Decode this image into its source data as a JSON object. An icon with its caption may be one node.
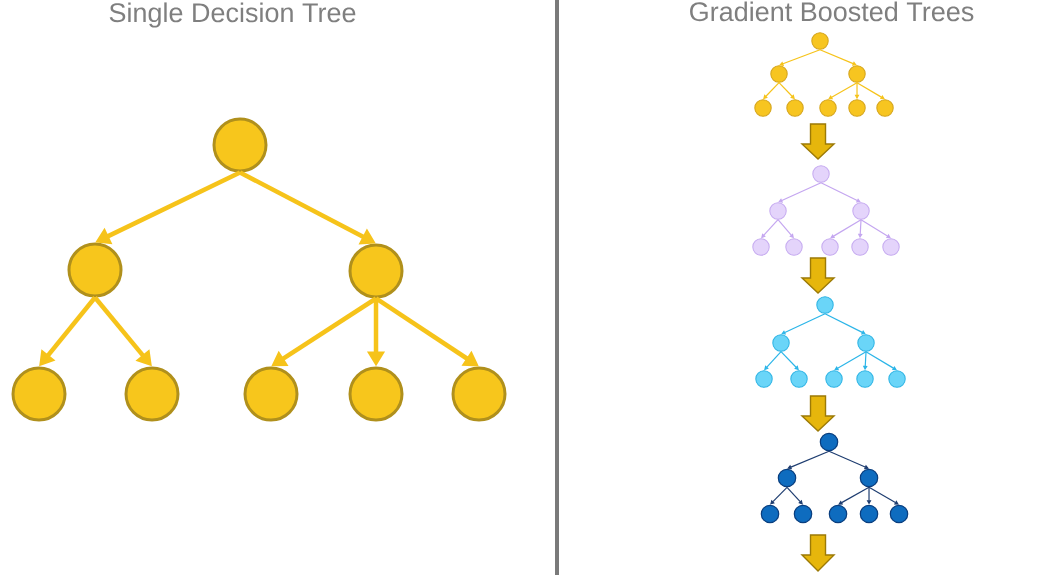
{
  "diagram": {
    "nodes": [
      {
        "text": [],
        "shape": "circle"
      },
      {
        "text": [],
        "shape": "circle"
      },
      {
        "text": [],
        "shape": "circle"
      },
      {
        "text": [],
        "shape": "circle"
      },
      {
        "text": [],
        "shape": "circle"
      },
      {
        "text": [],
        "shape": "circle"
      },
      {
        "text": [],
        "shape": "circle"
      },
      {
        "text": [],
        "shape": "circle"
      },
      {
        "text": [],
        "shape": "circle"
      },
      {
        "text": [],
        "shape": "circle"
      },
      {
        "text": [],
        "shape": "circle"
      },
      {
        "text": [],
        "shape": "circle"
      },
      {
        "text": [],
        "shape": "circle"
      },
      {
        "text": [],
        "shape": "circle"
      },
      {
        "text": [],
        "shape": "circle"
      },
      {
        "text": [],
        "shape": "circle"
      },
      {
        "text": [],
        "shape": "circle"
      },
      {
        "text": [],
        "shape": "circle"
      },
      {
        "text": [],
        "shape": "circle"
      },
      {
        "text": [],
        "shape": "circle"
      },
      {
        "text": [],
        "shape": "circle"
      },
      {
        "text": [],
        "shape": "circle"
      },
      {
        "text": [],
        "shape": "circle"
      },
      {
        "text": [],
        "shape": "circle"
      },
      {
        "text": [],
        "shape": "circle"
      },
      {
        "text": [],
        "shape": "circle"
      },
      {
        "text": [],
        "shape": "circle"
      },
      {
        "text": [],
        "shape": "circle"
      },
      {
        "text": [],
        "shape": "circle"
      },
      {
        "text": [],
        "shape": "circle"
      },
      {
        "text": [],
        "shape": "circle"
      },
      {
        "text": [],
        "shape": "circle"
      },
      {
        "text": [],
        "shape": "circle"
      },
      {
        "text": [],
        "shape": "circle"
      },
      {
        "text": [],
        "shape": "circle"
      },
      {
        "text": [],
        "shape": "circle"
      },
      {
        "text": [],
        "shape": "circle"
      },
      {
        "text": [],
        "shape": "circle"
      },
      {
        "text": [],
        "shape": "circle"
      },
      {
        "text": [],
        "shape": "circle"
      }
    ],
    "edges": [
      {
        "from": 0,
        "to": 1,
        "arrow": "to",
        "style": "thick"
      },
      {
        "from": 0,
        "to": 2,
        "arrow": "to",
        "style": "thick"
      },
      {
        "from": 1,
        "to": 3,
        "arrow": "to",
        "style": "thick"
      },
      {
        "from": 1,
        "to": 4,
        "arrow": "to",
        "style": "thick"
      },
      {
        "from": 2,
        "to": 5,
        "arrow": "to",
        "style": "thick"
      },
      {
        "from": 2,
        "to": 6,
        "arrow": "to",
        "style": "thick"
      },
      {
        "from": 2,
        "to": 7,
        "arrow": "to",
        "style": "thick"
      },
      {
        "from": 8,
        "to": 9,
        "arrow": "to"
      },
      {
        "from": 8,
        "to": 10,
        "arrow": "to"
      },
      {
        "from": 9,
        "to": 11,
        "arrow": "to"
      },
      {
        "from": 9,
        "to": 12,
        "arrow": "to"
      },
      {
        "from": 10,
        "to": 13,
        "arrow": "to"
      },
      {
        "from": 10,
        "to": 14,
        "arrow": "to"
      },
      {
        "from": 10,
        "to": 15,
        "arrow": "to"
      },
      {
        "from": null,
        "to": 16,
        "arrow": "to",
        "style": "thick",
        "color": "#e6b60c"
      },
      {
        "from": 16,
        "to": 17,
        "arrow": "to",
        "color": "#c4a6f0"
      },
      {
        "from": 16,
        "to": 18,
        "arrow": "to",
        "color": "#c4a6f0"
      },
      {
        "from": 17,
        "to": 19,
        "arrow": "to",
        "color": "#c4a6f0"
      },
      {
        "from": 17,
        "to": 20,
        "arrow": "to",
        "color": "#c4a6f0"
      },
      {
        "from": 18,
        "to": 21,
        "arrow": "to",
        "color": "#c4a6f0"
      },
      {
        "from": 18,
        "to": 22,
        "arrow": "to",
        "color": "#c4a6f0"
      },
      {
        "from": 18,
        "to": 23,
        "arrow": "to",
        "color": "#c4a6f0"
      },
      {
        "from": null,
        "to": 24,
        "arrow": "to",
        "style": "thick",
        "color": "#e6b60c"
      },
      {
        "from": 24,
        "to": 25,
        "arrow": "to",
        "color": "#2bb5e8"
      },
      {
        "from": 24,
        "to": 26,
        "arrow": "to",
        "color": "#2bb5e8"
      },
      {
        "from": 25,
        "to": 27,
        "arrow": "to",
        "color": "#2bb5e8"
      },
      {
        "from": 25,
        "to": 28,
        "arrow": "to",
        "color": "#2bb5e8"
      },
      {
        "from": 26,
        "to": 29,
        "arrow": "to",
        "color": "#2bb5e8"
      },
      {
        "from": 26,
        "to": 30,
        "arrow": "to",
        "color": "#2bb5e8"
      },
      {
        "from": 26,
        "to": 31,
        "arrow": "to",
        "color": "#2bb5e8"
      },
      {
        "from": null,
        "to": 32,
        "arrow": "to",
        "style": "thick",
        "color": "#e6b60c"
      },
      {
        "from": 32,
        "to": 33,
        "arrow": "to",
        "color": "#1e3d70"
      },
      {
        "from": 32,
        "to": 34,
        "arrow": "to",
        "color": "#1e3d70"
      },
      {
        "from": 33,
        "to": 35,
        "arrow": "to",
        "color": "#1e3d70"
      },
      {
        "from": 33,
        "to": 36,
        "arrow": "to",
        "color": "#1e3d70"
      },
      {
        "from": 34,
        "to": 37,
        "arrow": "to",
        "color": "#1e3d70"
      },
      {
        "from": 34,
        "to": 38,
        "arrow": "to",
        "color": "#1e3d70"
      },
      {
        "from": 34,
        "to": 39,
        "arrow": "to",
        "color": "#1e3d70"
      },
      {
        "from": 36,
        "to": null,
        "arrow": "to",
        "style": "thick",
        "color": "#e6b60c"
      }
    ],
    "labels": [
      "Single Decision Tree",
      "Gradient Boosted Trees"
    ]
  }
}
